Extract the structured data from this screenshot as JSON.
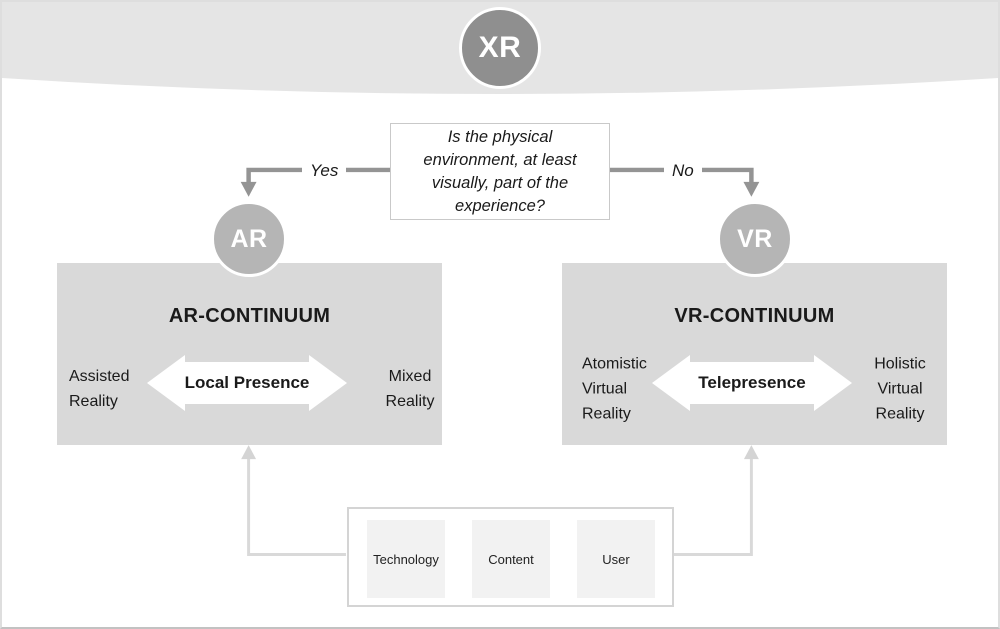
{
  "nodes": {
    "xr": {
      "label": "XR",
      "color": "#8f8f8f"
    },
    "ar": {
      "label": "AR",
      "color": "#b5b5b5"
    },
    "vr": {
      "label": "VR",
      "color": "#b5b5b5"
    }
  },
  "decision": {
    "question": "Is the physical\nenvironment, at least\nvisually, part of the\nexperience?",
    "yes_label": "Yes",
    "no_label": "No"
  },
  "continua": {
    "ar": {
      "title": "AR-CONTINUUM",
      "left_label": "Assisted\nReality",
      "arrow_label": "Local Presence",
      "right_label": "Mixed\nReality"
    },
    "vr": {
      "title": "VR-CONTINUUM",
      "left_label": "Atomistic\nVirtual\nReality",
      "arrow_label": "Telepresence",
      "right_label": "Holistic\nVirtual\nReality"
    }
  },
  "foundation": {
    "items": [
      "Technology",
      "Content",
      "User"
    ]
  },
  "colors": {
    "banner": "#e5e5e5",
    "continuum_box": "#d9d9d9",
    "dark_connector": "#949494",
    "light_connector": "#d9d9d9",
    "foundation_square": "#f2f2f2",
    "double_arrow": "#ffffff",
    "text": "#1a1a1a"
  }
}
